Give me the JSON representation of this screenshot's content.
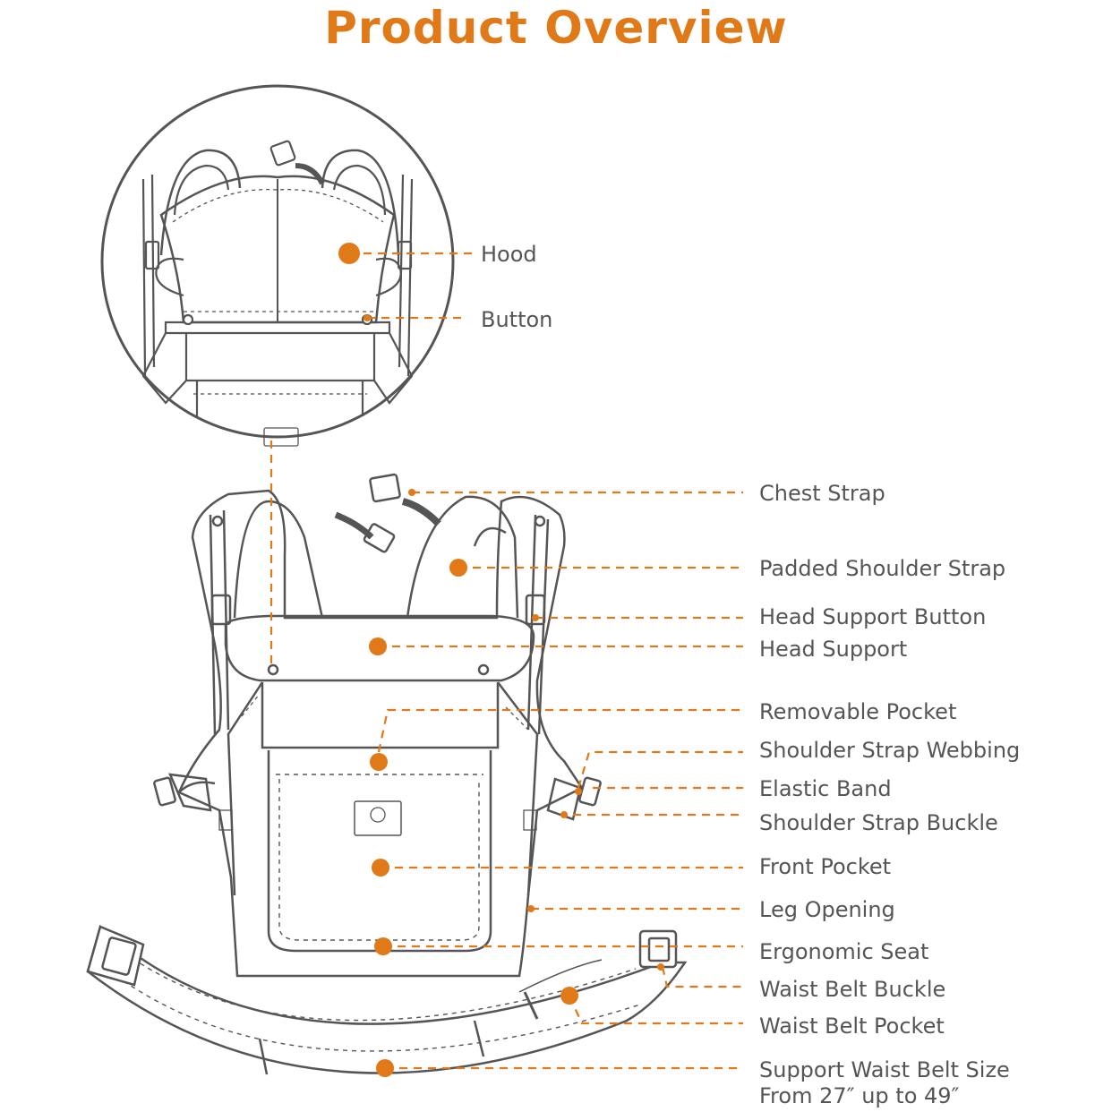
{
  "title": "Product Overview",
  "colors": {
    "accent": "#E07A18",
    "outline": "#555555",
    "label_text": "#555555"
  },
  "callouts": [
    {
      "id": "hood",
      "text": "Hood"
    },
    {
      "id": "button",
      "text": "Button"
    },
    {
      "id": "chest-strap",
      "text": "Chest Strap"
    },
    {
      "id": "padded-shoulder-strap",
      "text": "Padded Shoulder Strap"
    },
    {
      "id": "head-support-button",
      "text": "Head Support Button"
    },
    {
      "id": "head-support",
      "text": "Head Support"
    },
    {
      "id": "removable-pocket",
      "text": "Removable Pocket"
    },
    {
      "id": "shoulder-strap-webbing",
      "text": "Shoulder Strap Webbing"
    },
    {
      "id": "elastic-band",
      "text": "Elastic Band"
    },
    {
      "id": "shoulder-strap-buckle",
      "text": "Shoulder Strap Buckle"
    },
    {
      "id": "front-pocket",
      "text": "Front Pocket"
    },
    {
      "id": "leg-opening",
      "text": "Leg Opening"
    },
    {
      "id": "ergonomic-seat",
      "text": "Ergonomic Seat"
    },
    {
      "id": "waist-belt-buckle",
      "text": "Waist Belt Buckle"
    },
    {
      "id": "waist-belt-pocket",
      "text": "Waist Belt Pocket"
    },
    {
      "id": "support-waist-belt-size",
      "text": "Support Waist Belt Size",
      "text2": "From 27″  up to 49″"
    }
  ]
}
